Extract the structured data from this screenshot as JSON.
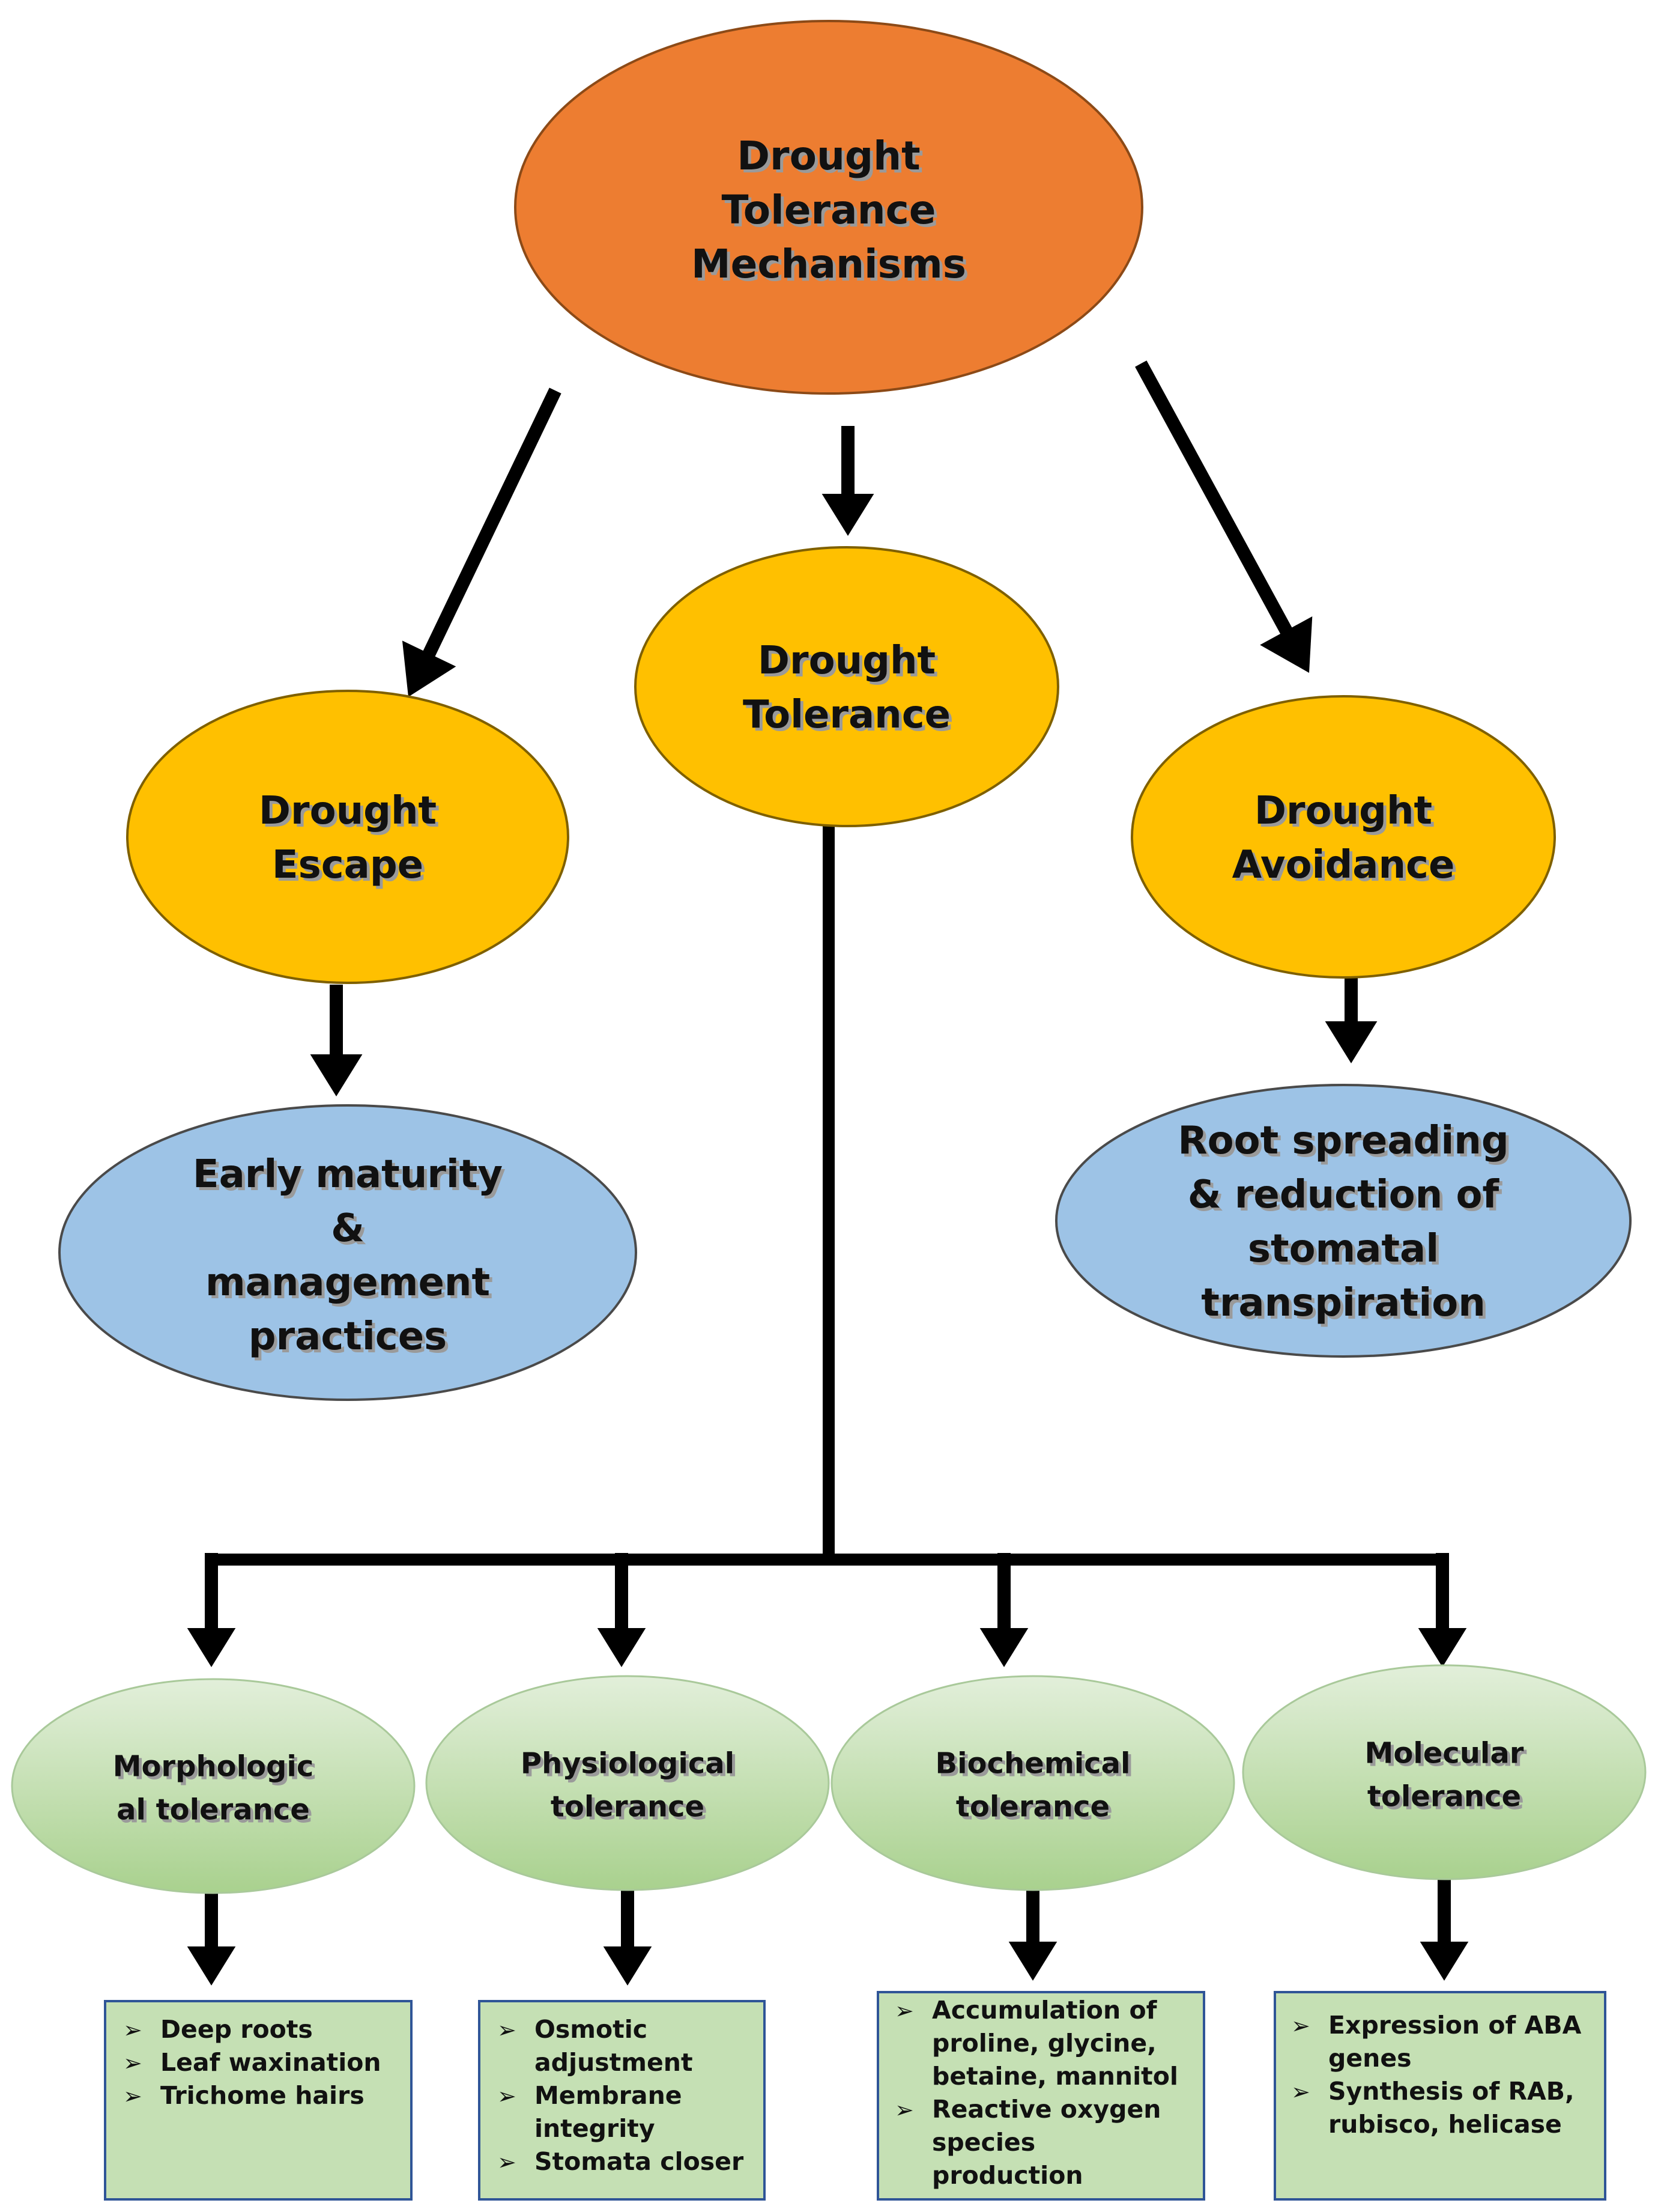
{
  "root": {
    "lines": [
      "Drought",
      "Tolerance",
      "Mechanisms"
    ],
    "fill": "#ED7D31"
  },
  "level2": [
    {
      "id": "escape",
      "lines": [
        "Drought",
        "Escape"
      ],
      "fill": "#FFC000"
    },
    {
      "id": "tolerance",
      "lines": [
        "Drought",
        "Tolerance"
      ],
      "fill": "#FFC000"
    },
    {
      "id": "avoidance",
      "lines": [
        "Drought",
        "Avoidance"
      ],
      "fill": "#FFC000"
    }
  ],
  "outcomes": [
    {
      "id": "early-maturity",
      "lines": [
        "Early maturity",
        "&",
        "management",
        "practices"
      ],
      "fill": "#9DC3E6"
    },
    {
      "id": "root-spreading",
      "lines": [
        "Root spreading",
        "& reduction of",
        "stomatal",
        "transpiration"
      ],
      "fill": "#9DC3E6"
    }
  ],
  "tolerance_types": [
    {
      "id": "morphological",
      "lines": [
        "Morphologic",
        "al tolerance"
      ]
    },
    {
      "id": "physiological",
      "lines": [
        "Physiological",
        "tolerance"
      ]
    },
    {
      "id": "biochemical",
      "lines": [
        "Biochemical",
        "tolerance"
      ]
    },
    {
      "id": "molecular",
      "lines": [
        "Molecular",
        "tolerance"
      ]
    }
  ],
  "detail_boxes": [
    {
      "id": "morphological",
      "items": [
        [
          "Deep roots"
        ],
        [
          "Leaf waxination"
        ],
        [
          "Trichome hairs"
        ]
      ]
    },
    {
      "id": "physiological",
      "items": [
        [
          "Osmotic",
          "adjustment"
        ],
        [
          "Membrane",
          "integrity"
        ],
        [
          "Stomata closer"
        ]
      ]
    },
    {
      "id": "biochemical",
      "items": [
        [
          "Accumulation of",
          "proline, glycine,",
          "betaine, mannitol"
        ],
        [
          "Reactive oxygen",
          "species",
          "production"
        ]
      ]
    },
    {
      "id": "molecular",
      "items": [
        [
          "Expression of ABA",
          "genes"
        ],
        [
          "Synthesis of RAB,",
          "rubisco, helicase"
        ]
      ]
    }
  ],
  "colors": {
    "green_top": "#E2EFDA",
    "green_bottom": "#A9D18E",
    "box_fill": "#C5E0B4",
    "box_stroke": "#2F5597",
    "ellipse_stroke": "#7F6000",
    "arrow": "#000000"
  },
  "bullet_glyph": "➢"
}
